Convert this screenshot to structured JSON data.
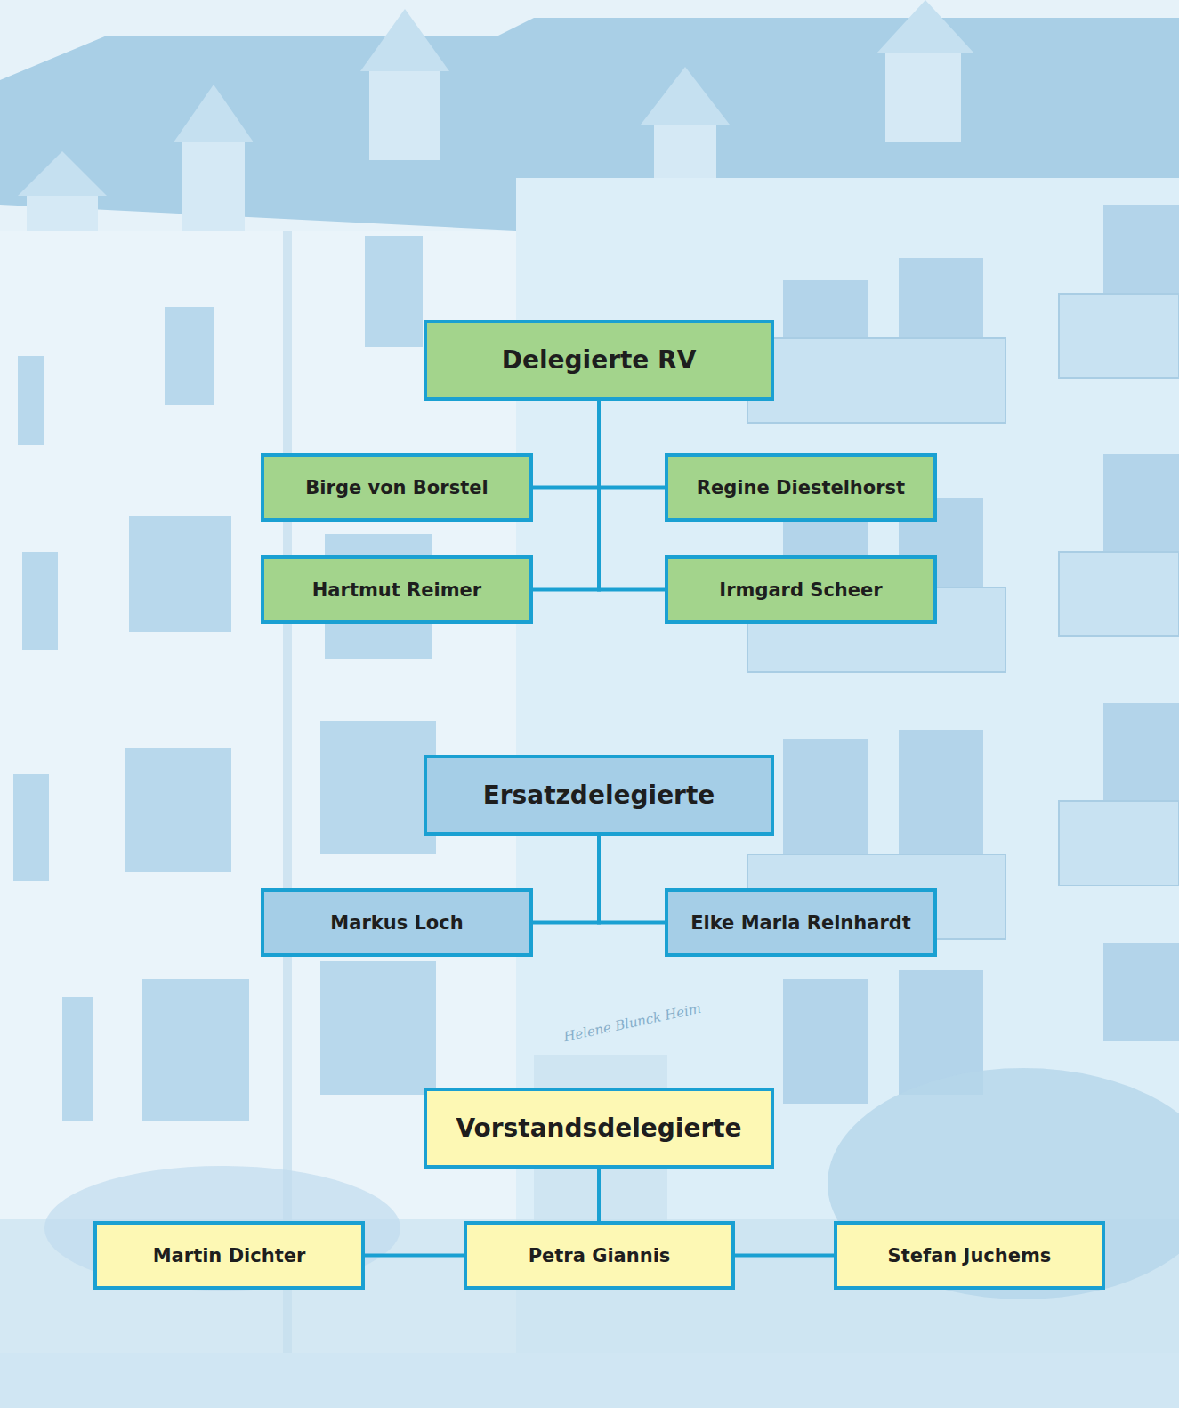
{
  "diagram": {
    "nodes": [
      {
        "text": [
          "Delegierte RV"
        ]
      },
      {
        "text": [
          "Birge von Borstel"
        ]
      },
      {
        "text": [
          "Regine Diestelhorst"
        ]
      },
      {
        "text": [
          "Hartmut Reimer"
        ]
      },
      {
        "text": [
          "Irmgard Scheer"
        ]
      },
      {
        "text": [
          "Ersatzdelegierte"
        ]
      },
      {
        "text": [
          "Markus Loch"
        ]
      },
      {
        "text": [
          "Elke Maria Reinhardt"
        ]
      },
      {
        "text": [
          "Vorstandsdelegierte"
        ]
      },
      {
        "text": [
          "Martin Dichter"
        ]
      },
      {
        "text": [
          "Petra Giannis"
        ]
      },
      {
        "text": [
          "Stefan Juchems"
        ]
      }
    ],
    "edges": [
      {
        "from": 0,
        "to": 1,
        "arrow": "none"
      },
      {
        "from": 0,
        "to": 2,
        "arrow": "none"
      },
      {
        "from": 0,
        "to": 3,
        "arrow": "none"
      },
      {
        "from": 0,
        "to": 4,
        "arrow": "none"
      },
      {
        "from": 5,
        "to": 6,
        "arrow": "none"
      },
      {
        "from": 5,
        "to": 7,
        "arrow": "none"
      },
      {
        "from": 8,
        "to": 10,
        "arrow": "none"
      },
      {
        "from": 10,
        "to": 9,
        "arrow": "none"
      },
      {
        "from": 10,
        "to": 11,
        "arrow": "none"
      }
    ],
    "labels": [
      "Helene Blunck Heim"
    ]
  }
}
